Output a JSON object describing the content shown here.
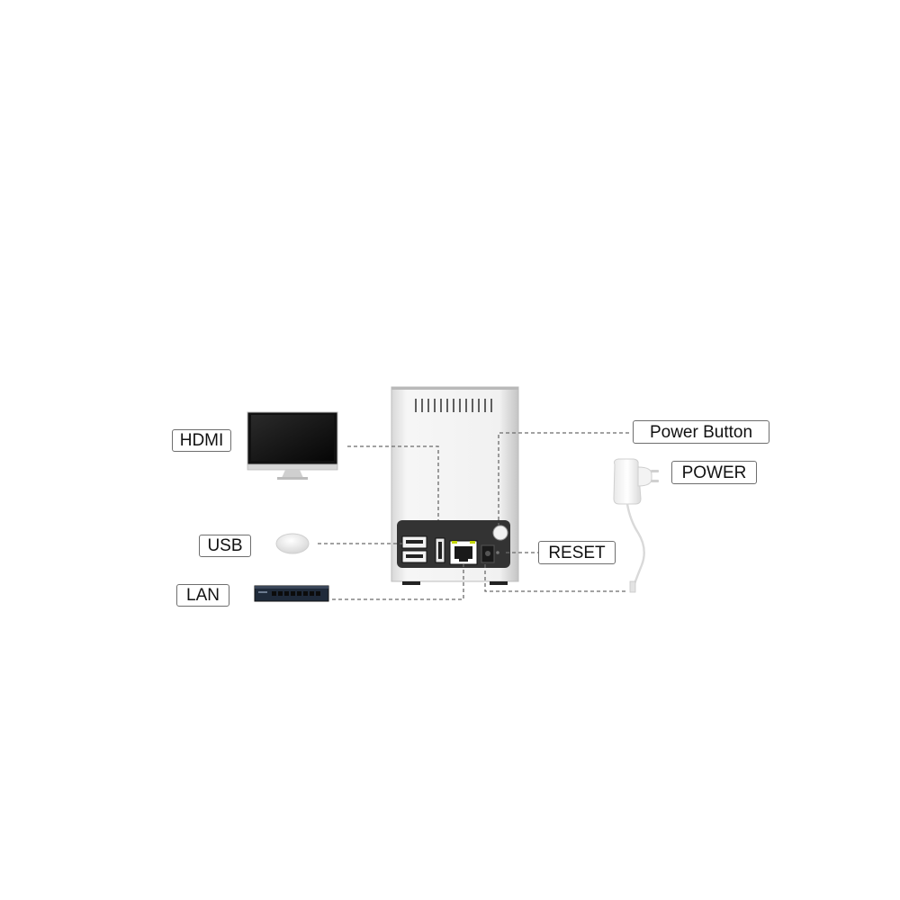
{
  "labels": {
    "hdmi": "HDMI",
    "usb": "USB",
    "lan": "LAN",
    "power_button": "Power Button",
    "power": "POWER",
    "reset": "RESET"
  },
  "colors": {
    "line": "#6b6b6b",
    "panel": "#333333",
    "case_light": "#f4f4f4",
    "case_dark": "#c9c9c9",
    "lan_led": "#c4d600"
  },
  "icons": [
    "monitor-icon",
    "mouse-icon",
    "network-switch-icon",
    "power-adapter-icon",
    "mini-pc-device"
  ]
}
